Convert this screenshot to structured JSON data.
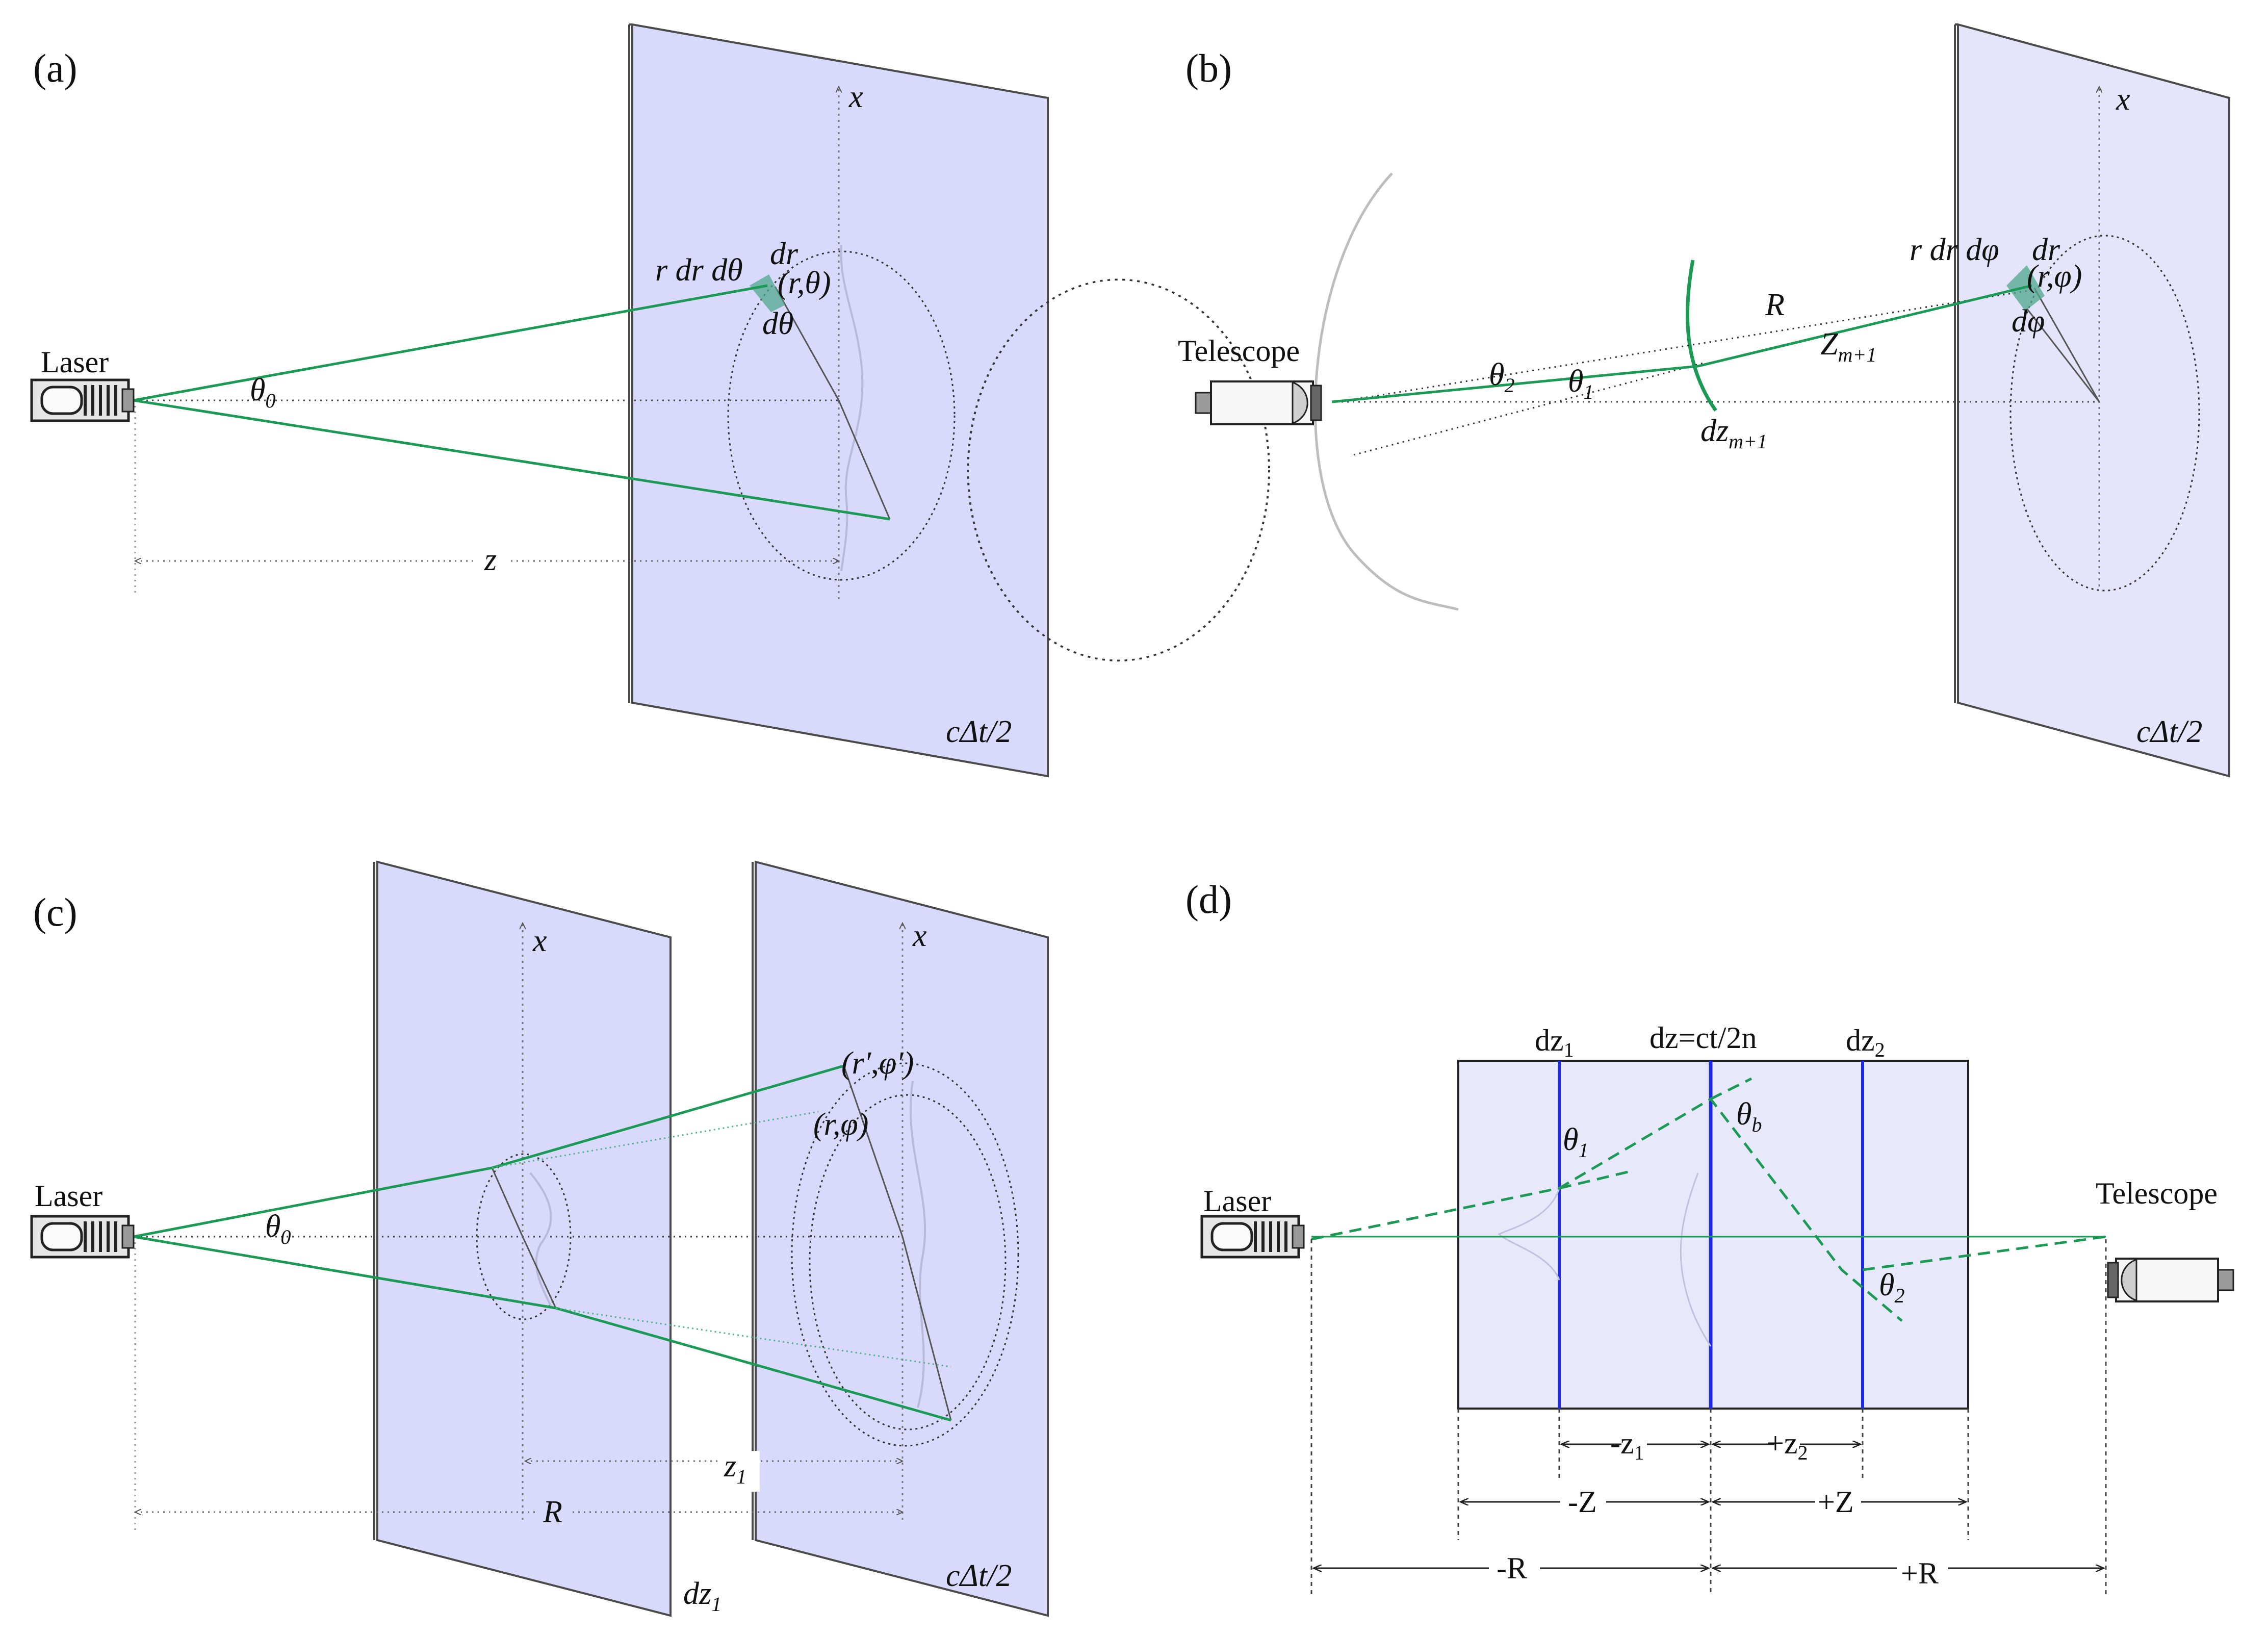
{
  "colors": {
    "plane_fill": "#d9d9fb",
    "plane_stroke": "#4a4a4a",
    "beam": "#1a9a55",
    "blue_line": "#1f2be0",
    "gray_arc": "#bdbdbd",
    "dim_line": "#888888"
  },
  "panel_a": {
    "label": "(a)",
    "laser": "Laser",
    "axis_x": "x",
    "theta0": "θ",
    "theta0_sub": "0",
    "element": "r dr dθ",
    "dr": "dr",
    "point": "(r,θ)",
    "dtheta": "dθ",
    "z": "z",
    "plane_label": "cΔt/2"
  },
  "panel_b": {
    "label": "(b)",
    "telescope": "Telescope",
    "axis_x": "x",
    "element": "r dr dφ",
    "dr": "dr",
    "point": "(r,φ)",
    "dphi": "dφ",
    "R": "R",
    "Z": "Z",
    "Z_sub": "m+1",
    "theta1": "θ",
    "theta1_sub": "1",
    "theta2": "θ",
    "theta2_sub": "2",
    "dz": "dz",
    "dz_sub": "m+1",
    "plane_label": "cΔt/2"
  },
  "panel_c": {
    "label": "(c)",
    "laser": "Laser",
    "axis_x1": "x",
    "axis_x2": "x",
    "theta0": "θ",
    "theta0_sub": "0",
    "point_prime": "(r′,φ′)",
    "point": "(r,φ)",
    "z1": "z",
    "z1_sub": "1",
    "R": "R",
    "dz1": "dz",
    "dz1_sub": "1",
    "plane_label": "cΔt/2"
  },
  "panel_d": {
    "label": "(d)",
    "laser": "Laser",
    "telescope": "Telescope",
    "dz1": "dz",
    "dz1_sub": "1",
    "dz_center": "dz=ct/2n",
    "dz2": "dz",
    "dz2_sub": "2",
    "theta1": "θ",
    "theta1_sub": "1",
    "thetab": "θ",
    "thetab_sub": "b",
    "theta2": "θ",
    "theta2_sub": "2",
    "minus_z1": "-z",
    "minus_z1_sub": "1",
    "plus_z2": "+z",
    "plus_z2_sub": "2",
    "minus_Z": "-Z",
    "plus_Z": "+Z",
    "minus_R": "-R",
    "plus_R": "+R"
  }
}
